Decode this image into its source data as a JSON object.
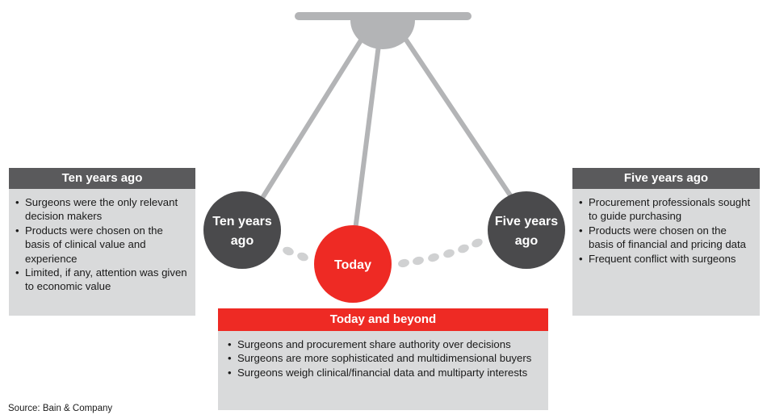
{
  "balls": {
    "ten_years_ago": {
      "line1": "Ten years",
      "line2": "ago"
    },
    "today": "Today",
    "five_years_ago": {
      "line1": "Five years",
      "line2": "ago"
    }
  },
  "panels": {
    "ten_years_ago": {
      "title": "Ten years ago",
      "bullets": [
        "Surgeons were the only relevant decision makers",
        "Products were chosen on the basis of clinical value and experience",
        "Limited, if any, attention was given to economic value"
      ]
    },
    "five_years_ago": {
      "title": "Five years ago",
      "bullets": [
        "Procurement professionals sought to guide purchasing",
        "Products were chosen on the basis of financial and pricing data",
        "Frequent conflict with surgeons"
      ]
    },
    "today_and_beyond": {
      "title": "Today and beyond",
      "bullets": [
        "Surgeons and procurement share authority over decisions",
        "Surgeons are more sophisticated and multidimensional buyers",
        "Surgeons weigh clinical/financial data and multiparty interests"
      ]
    }
  },
  "source": "Source: Bain & Company",
  "colors": {
    "dark_ball": "#4a4a4c",
    "today_ball": "#ee2a24",
    "rod": "#b3b4b6",
    "pivot": "#b3b4b6",
    "dots": "#d0d1d2",
    "panel_header_dark": "#5a5a5c",
    "panel_header_red": "#ee2a24",
    "panel_body": "#d9dadb"
  }
}
